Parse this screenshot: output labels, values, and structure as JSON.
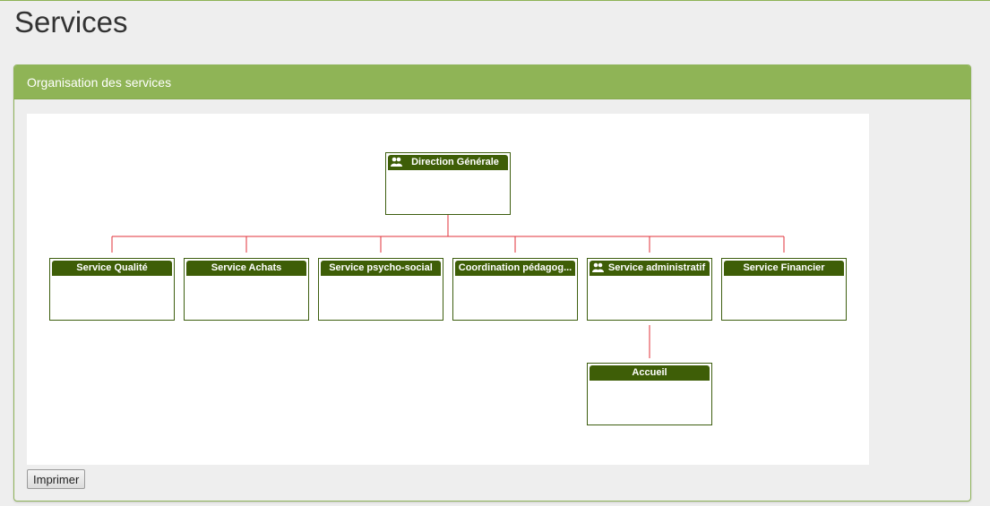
{
  "page": {
    "title": "Services"
  },
  "panel": {
    "title": "Organisation des services"
  },
  "org_chart": {
    "root": {
      "label": "Direction Générale",
      "icon": "users-icon"
    },
    "children": [
      {
        "label": "Service Qualité"
      },
      {
        "label": "Service Achats"
      },
      {
        "label": "Service psycho-social"
      },
      {
        "label": "Coordination pédagog..."
      },
      {
        "label": "Service administratif",
        "icon": "users-icon",
        "children": [
          {
            "label": "Accueil"
          }
        ]
      },
      {
        "label": "Service Financier"
      }
    ]
  },
  "actions": {
    "print_label": "Imprimer"
  },
  "colors": {
    "panel_header": "#8fb456",
    "node_header": "#3e5e07",
    "node_border": "#3d5e0f",
    "connector": "#e0303a",
    "page_background": "#eeeeee"
  }
}
